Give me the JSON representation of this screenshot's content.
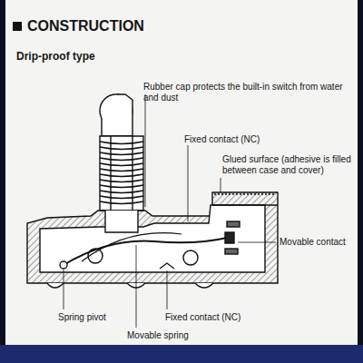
{
  "diagram": {
    "title": "CONSTRUCTION",
    "labels": [
      "Drip-proof type",
      "Rubber cap protects the built-in switch from water and dust",
      "Fixed contact (NC)",
      "Glued surface (adhesive is filled between case and cover)",
      "Movable contact",
      "Spring pivot",
      "Fixed contact (NC)",
      "Movable spring"
    ]
  }
}
